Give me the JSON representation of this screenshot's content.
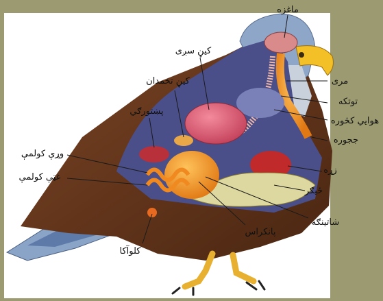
{
  "labels": {
    "brain": "ماغزه",
    "esophagus": "مری",
    "trachea": "توتکه",
    "air_sacs": "هوايي کڅوره",
    "crop": "ججوره",
    "heart": "زړه",
    "liver": "ځيګر",
    "gizzard": "شاتينګه",
    "pancreas": "پانکراس",
    "cloaca": "کلوآکا",
    "kidney": "پښتورګي",
    "ovary": "کيڼ تخمدان",
    "left_lung": "کيڼ سږی",
    "small_intestine": "وړې کولمې",
    "large_intestine": "غټې کولمې"
  },
  "colors": {
    "background": "#9b9a70",
    "panel": "#ffffff",
    "feathers": "#6b3b1f",
    "lung": "#e0637a",
    "organs": "#f09a2c",
    "leader_line": "#1a1a1a"
  }
}
